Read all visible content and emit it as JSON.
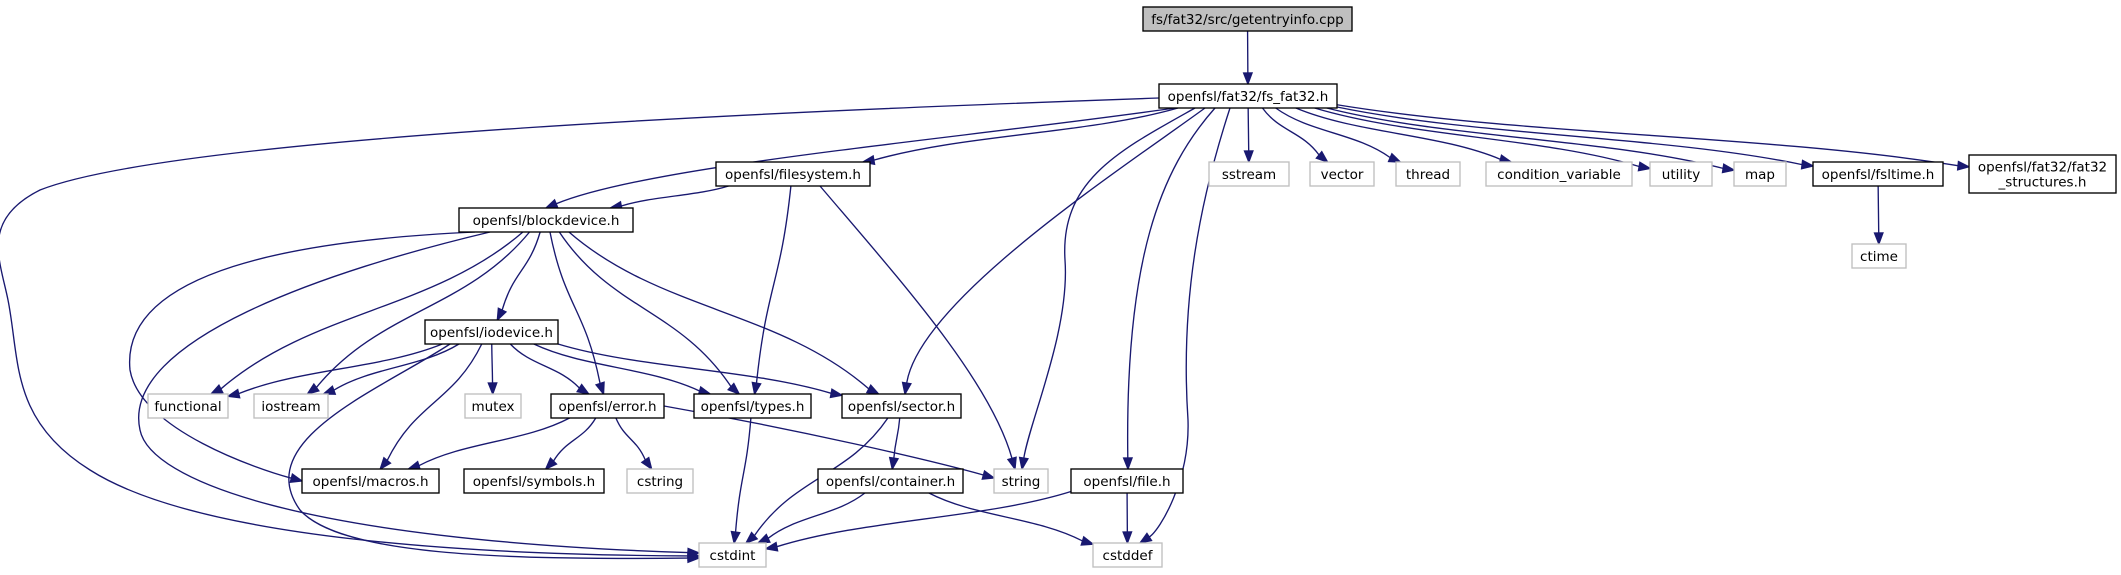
{
  "graph": {
    "nodes": [
      {
        "id": "root",
        "label": "fs/fat32/src/getentryinfo.cpp",
        "kind": "root"
      },
      {
        "id": "fs_fat32",
        "label": "openfsl/fat32/fs_fat32.h",
        "kind": "local"
      },
      {
        "id": "filesystem",
        "label": "openfsl/filesystem.h",
        "kind": "local"
      },
      {
        "id": "sstream",
        "label": "sstream",
        "kind": "system"
      },
      {
        "id": "vector",
        "label": "vector",
        "kind": "system"
      },
      {
        "id": "thread",
        "label": "thread",
        "kind": "system"
      },
      {
        "id": "condvar",
        "label": "condition_variable",
        "kind": "system"
      },
      {
        "id": "utility",
        "label": "utility",
        "kind": "system"
      },
      {
        "id": "map",
        "label": "map",
        "kind": "system"
      },
      {
        "id": "fsltime",
        "label": "openfsl/fsltime.h",
        "kind": "local"
      },
      {
        "id": "fat32struct",
        "label": "openfsl/fat32/fat32\n_structures.h",
        "kind": "local"
      },
      {
        "id": "ctime",
        "label": "ctime",
        "kind": "system"
      },
      {
        "id": "blockdevice",
        "label": "openfsl/blockdevice.h",
        "kind": "local"
      },
      {
        "id": "iodevice",
        "label": "openfsl/iodevice.h",
        "kind": "local"
      },
      {
        "id": "functional",
        "label": "functional",
        "kind": "system"
      },
      {
        "id": "iostream",
        "label": "iostream",
        "kind": "system"
      },
      {
        "id": "mutex",
        "label": "mutex",
        "kind": "system"
      },
      {
        "id": "error",
        "label": "openfsl/error.h",
        "kind": "local"
      },
      {
        "id": "types",
        "label": "openfsl/types.h",
        "kind": "local"
      },
      {
        "id": "sector",
        "label": "openfsl/sector.h",
        "kind": "local"
      },
      {
        "id": "macros",
        "label": "openfsl/macros.h",
        "kind": "local"
      },
      {
        "id": "symbols",
        "label": "openfsl/symbols.h",
        "kind": "local"
      },
      {
        "id": "cstring",
        "label": "cstring",
        "kind": "system"
      },
      {
        "id": "string",
        "label": "string",
        "kind": "system"
      },
      {
        "id": "container",
        "label": "openfsl/container.h",
        "kind": "local"
      },
      {
        "id": "file",
        "label": "openfsl/file.h",
        "kind": "local"
      },
      {
        "id": "cstdint",
        "label": "cstdint",
        "kind": "system"
      },
      {
        "id": "cstddef",
        "label": "cstddef",
        "kind": "system"
      }
    ],
    "edges": [
      [
        "root",
        "fs_fat32"
      ],
      [
        "fs_fat32",
        "cstdint"
      ],
      [
        "fs_fat32",
        "blockdevice"
      ],
      [
        "fs_fat32",
        "filesystem"
      ],
      [
        "fs_fat32",
        "string"
      ],
      [
        "fs_fat32",
        "sector"
      ],
      [
        "fs_fat32",
        "file"
      ],
      [
        "fs_fat32",
        "cstddef"
      ],
      [
        "fs_fat32",
        "sstream"
      ],
      [
        "fs_fat32",
        "vector"
      ],
      [
        "fs_fat32",
        "thread"
      ],
      [
        "fs_fat32",
        "condvar"
      ],
      [
        "fs_fat32",
        "utility"
      ],
      [
        "fs_fat32",
        "map"
      ],
      [
        "fs_fat32",
        "fsltime"
      ],
      [
        "fs_fat32",
        "fat32struct"
      ],
      [
        "fsltime",
        "ctime"
      ],
      [
        "filesystem",
        "blockdevice"
      ],
      [
        "filesystem",
        "types"
      ],
      [
        "filesystem",
        "string"
      ],
      [
        "blockdevice",
        "macros"
      ],
      [
        "blockdevice",
        "cstdint"
      ],
      [
        "blockdevice",
        "functional"
      ],
      [
        "blockdevice",
        "iostream"
      ],
      [
        "blockdevice",
        "iodevice"
      ],
      [
        "blockdevice",
        "error"
      ],
      [
        "blockdevice",
        "types"
      ],
      [
        "blockdevice",
        "sector"
      ],
      [
        "iodevice",
        "functional"
      ],
      [
        "iodevice",
        "iostream"
      ],
      [
        "iodevice",
        "cstdint"
      ],
      [
        "iodevice",
        "macros"
      ],
      [
        "iodevice",
        "mutex"
      ],
      [
        "iodevice",
        "error"
      ],
      [
        "iodevice",
        "types"
      ],
      [
        "iodevice",
        "sector"
      ],
      [
        "error",
        "macros"
      ],
      [
        "error",
        "symbols"
      ],
      [
        "error",
        "cstring"
      ],
      [
        "error",
        "string"
      ],
      [
        "types",
        "cstdint"
      ],
      [
        "sector",
        "cstdint"
      ],
      [
        "sector",
        "container"
      ],
      [
        "container",
        "cstdint"
      ],
      [
        "container",
        "cstddef"
      ],
      [
        "file",
        "cstdint"
      ],
      [
        "file",
        "cstddef"
      ]
    ]
  }
}
